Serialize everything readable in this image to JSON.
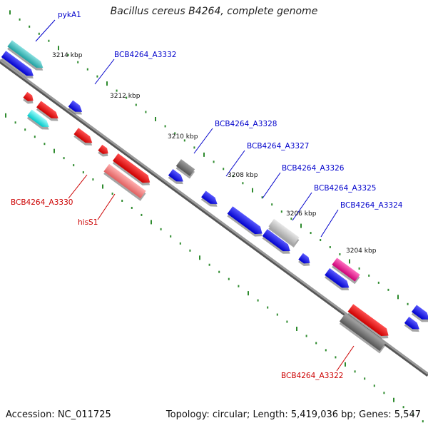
{
  "title": "Bacillus cereus B4264, complete genome",
  "footer": {
    "accession": "Accession: NC_011725",
    "topology": "Topology: circular; Length: 5,419,036 bp; Genes: 5,547"
  },
  "colors": {
    "backbone": "#888888",
    "tick": "#2e8b2e",
    "forward_gene_label": "#0000cc",
    "reverse_gene_label": "#cc0000",
    "gene_blue": "#0000ee",
    "gene_red": "#ee0000",
    "gene_light_red": "#f08080",
    "gene_cyan": "#00dddd",
    "gene_teal": "#33bbbb",
    "gene_gray": "#777777",
    "gene_light_gray": "#bbbbbb",
    "gene_magenta": "#ee1188"
  },
  "kbp_labels": [
    "3214 kbp",
    "3212 kbp",
    "3210 kbp",
    "3208 kbp",
    "3206 kbp",
    "3204 kbp"
  ],
  "gene_labels": [
    {
      "name": "pykA1",
      "strand": "forward"
    },
    {
      "name": "BCB4264_A3332",
      "strand": "forward"
    },
    {
      "name": "BCB4264_A3328",
      "strand": "forward"
    },
    {
      "name": "BCB4264_A3327",
      "strand": "forward"
    },
    {
      "name": "BCB4264_A3326",
      "strand": "forward"
    },
    {
      "name": "BCB4264_A3325",
      "strand": "forward"
    },
    {
      "name": "BCB4264_A3324",
      "strand": "forward"
    },
    {
      "name": "BCB4264_A3330",
      "strand": "reverse"
    },
    {
      "name": "hisS1",
      "strand": "reverse"
    },
    {
      "name": "BCB4264_A3322",
      "strand": "reverse"
    }
  ]
}
